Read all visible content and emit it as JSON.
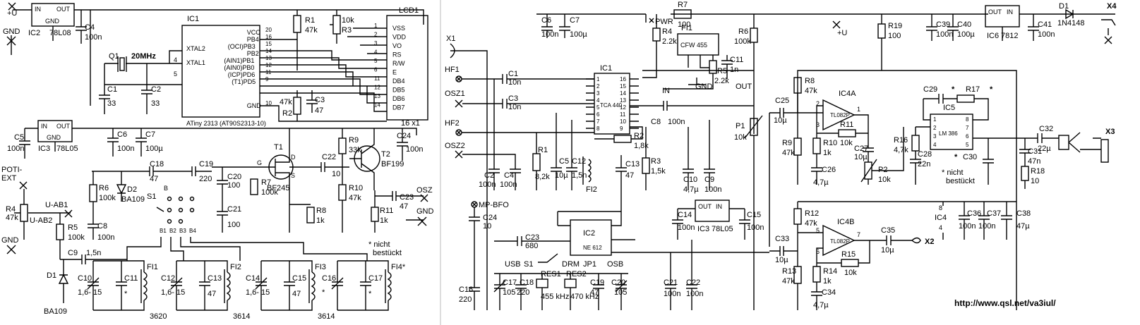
{
  "left": {
    "ic2": {
      "ref": "IC2",
      "part": "78L08",
      "in": "IN",
      "out": "OUT",
      "gnd": "GND"
    },
    "ic3": {
      "ref": "IC3",
      "part": "78L05",
      "in": "IN",
      "out": "OUT",
      "gnd": "GND"
    },
    "ic1": {
      "ref": "IC1",
      "name": "ATiny 2313 (AT90S2313-10)",
      "pins_left": [
        {
          "name": "XTAL2",
          "num": "4"
        },
        {
          "name": "XTAL1",
          "num": "5"
        }
      ],
      "pins_right": [
        {
          "name": "VCC",
          "num": "20"
        },
        {
          "name": "PB4",
          "num": "16"
        },
        {
          "name": "(OCI)PB3",
          "num": "15"
        },
        {
          "name": "PB2",
          "num": "14"
        },
        {
          "name": "(AIN1)PB1",
          "num": "13"
        },
        {
          "name": "(AIN0)PB0",
          "num": "12"
        },
        {
          "name": "(ICP)PD6",
          "num": "11"
        },
        {
          "name": "(T1)PD5",
          "num": "9"
        },
        {
          "name": "GND",
          "num": "10"
        }
      ]
    },
    "lcd": {
      "ref": "LCD1",
      "size": "16 x1",
      "pins": [
        {
          "name": "VSS",
          "num": "1"
        },
        {
          "name": "VDD",
          "num": "2"
        },
        {
          "name": "VO",
          "num": "3"
        },
        {
          "name": "RS",
          "num": "4"
        },
        {
          "name": "R/W",
          "num": "5"
        },
        {
          "name": "E",
          "num": "6"
        },
        {
          "name": "DB4",
          "num": "11"
        },
        {
          "name": "DB5",
          "num": "12"
        },
        {
          "name": "DB6",
          "num": "13"
        },
        {
          "name": "DB7",
          "num": "14"
        }
      ]
    },
    "labels": {
      "plus_u": "+U",
      "gnd": "GND",
      "poti_ext": "POTI-\nEXT",
      "poti": "POTI-",
      "ext": "EXT",
      "u_ab1": "U-AB1",
      "u_ab2": "U-AB2",
      "osz": "OSZ",
      "nicht": "* nicht",
      "bestueckt": "bestückt",
      "q1": "Q1",
      "q1v": "20MHz",
      "r1": "R1",
      "r1v": "47k",
      "r3": "R3",
      "r3v": "10k",
      "r2": "R2",
      "r2v": "47k",
      "c1": "C1",
      "c1v": "33",
      "c2": "C2",
      "c2v": "33",
      "c3": "C3",
      "c3v": "47",
      "c4": "C4",
      "c4v": "100n",
      "c5": "C5",
      "c5v": "100n",
      "c6": "C6",
      "c6v": "100n",
      "c7": "C7",
      "c7v": "100µ",
      "c24": "C24",
      "c24v": "100n",
      "r9": "R9",
      "r9v": "33k",
      "r10": "R10",
      "r10v": "47k",
      "r11": "R11",
      "r11v": "1k",
      "c23": "C23",
      "c23v": "47",
      "t1": "T1",
      "t1v": "BF245",
      "t2": "T2",
      "t2v": "BF199",
      "c18": "C18",
      "c18v": "47",
      "c19": "C19",
      "c19v": "220",
      "c20": "C20",
      "c20v": "100",
      "c21": "C21",
      "c21v": "100",
      "r7": "R7",
      "r7v": "100k",
      "r8": "R8",
      "r8v": "1k",
      "c22": "C22",
      "c22v": "10",
      "r6": "R6",
      "r6v": "100k",
      "d2": "D2",
      "d2v": "BA109",
      "r4": "R4",
      "r4v": "47k",
      "r5": "R5",
      "r5v": "100k",
      "c8": "C8",
      "c8v": "100n",
      "s1": "S1",
      "b": "B",
      "b1": "B1",
      "b2": "B2",
      "b3": "B3",
      "b4": "B4",
      "c9": "C9",
      "c9v": "1,5n",
      "d1": "D1",
      "d1v": "BA109",
      "c10": "C10",
      "c10v": "1,6-\n15",
      "c11": "C11",
      "fi1": "FI1",
      "fi1v": "3620",
      "c12": "C12",
      "c12v": "1,6-\n15",
      "c13": "C13",
      "c13v": "47",
      "fi2": "FI2",
      "fi2v": "3614",
      "c14": "C14",
      "c14v": "1,6-\n15",
      "c15": "C15",
      "c15v": "47",
      "fi3": "FI3",
      "fi3v": "3614",
      "c16": "C16",
      "c17": "C17",
      "fi4": "FI4",
      "star": "*",
      "gate": "G",
      "drain": "D",
      "source": "S"
    }
  },
  "right": {
    "labels": {
      "x1": "X1",
      "hf1": "HF1",
      "osz1": "OSZ1",
      "hf2": "HF2",
      "osz2": "OSZ2",
      "mpbfo": "MP-BFO",
      "c6": "C6",
      "c6v": "100n",
      "c7": "C7",
      "c7v": "100µ",
      "pwr": "PWR",
      "r7": "R7",
      "r7v": "100",
      "r4": "R4",
      "r4v": "2.2k",
      "fi1": "FI1",
      "fi1v": "CFW 455",
      "r5": "R5",
      "r5v": "2.2k",
      "c11": "C11",
      "c11v": "1n",
      "gnd": "GND",
      "in": "IN",
      "out": "OUT",
      "r6": "R6",
      "r6v": "100k",
      "ic1": "IC1",
      "ic1v": "TCA 440",
      "c1": "C1",
      "c1v": "10n",
      "c3": "C3",
      "c3v": "10n",
      "c8": "C8",
      "c8v": "100n",
      "r2": "R2",
      "r2v": "1,8k",
      "p1": "P1",
      "p1v": "10k",
      "r3": "R3",
      "r3v": "1,5k",
      "c10": "C10",
      "c10v": "4,7µ",
      "c9": "C9",
      "c9v": "100n",
      "c2": "C2",
      "c2v": "100n",
      "c4": "C4",
      "c4v": "100n",
      "r1": "R1",
      "r1v": "8,2k",
      "c5": "C5",
      "c5v": "10µ",
      "c12": "C12",
      "c12v": "1,5n",
      "fi2": "FI2",
      "c13": "C13",
      "c13v": "47",
      "c24": "C24",
      "c24v": "10",
      "c23": "C23",
      "c23v": "680",
      "ic2": "IC2",
      "ic2v": "NE 612",
      "ic3": "IC3",
      "ic3v": "78L05",
      "c14": "C14",
      "c14v": "100n",
      "c15": "C15",
      "c15v": "100n",
      "usb": "USB",
      "drm": "DRM",
      "osb": "OSB",
      "s1": "S1",
      "jp1": "JP1",
      "c16": "C16",
      "c16v": "220",
      "c17": "C17",
      "c17v": "105",
      "c18": "C18",
      "c18v": "220",
      "res1": "RES1",
      "res1v": "455\nkHz",
      "res2": "RES2",
      "res2v": "470\nkHz",
      "c19": "C19",
      "c19v": "47",
      "c20": "C20",
      "c20v": "105",
      "c21": "C21",
      "c21v": "100n",
      "c22": "C22",
      "c22v": "100n",
      "r19": "R19",
      "r19v": "100",
      "plus_u": "+U",
      "c39": "C39",
      "c39v": "100n",
      "c40": "C40",
      "c40v": "100µ",
      "ic6": "IC6",
      "ic6v": "7812",
      "c41": "C41",
      "c41v": "100n",
      "d1": "D1",
      "d1v": "1N4148",
      "x4": "X4",
      "c25": "C25",
      "c25v": "10µ",
      "r8": "R8",
      "r8v": "47k",
      "ic4a": "IC4A",
      "tl082": "TL082P",
      "r9": "R9",
      "r9v": "47k",
      "r10": "R10",
      "r10v": "1k",
      "r11": "R11",
      "r11v": "10k",
      "c26": "C26",
      "c26v": "4,7µ",
      "c27": "C27",
      "c27v": "10µ",
      "p2": "P2",
      "p2v": "10k",
      "c29": "C29",
      "r17": "R17",
      "ic5": "IC5",
      "ic5v": "LM 386",
      "r16": "R16",
      "r16v": "4,7k",
      "c28": "C28",
      "c28v": "22n",
      "c30": "C30",
      "c32": "C32",
      "c32v": "22µ",
      "c31": "C31",
      "c31v": "47n",
      "r18": "R18",
      "r18v": "10",
      "x3": "X3",
      "nicht": "* nicht",
      "bestueckt": "bestückt",
      "star": "*",
      "r12": "R12",
      "r12v": "47k",
      "ic4b": "IC4B",
      "c33": "C33",
      "c33v": "10µ",
      "r13": "R13",
      "r13v": "47k",
      "r14": "R14",
      "r14v": "1k",
      "r15": "R15",
      "r15v": "10k",
      "c34": "C34",
      "c34v": "4,7µ",
      "c35": "C35",
      "c35v": "10µ",
      "x2": "X2",
      "ic4": "IC4",
      "pin8": "8",
      "pin4": "4",
      "c36": "C36",
      "c36v": "100n",
      "c37": "C37",
      "c37v": "100n",
      "c38": "C38",
      "c38v": "47µ",
      "url": "http://www.qsl.net/va3iul/"
    }
  }
}
